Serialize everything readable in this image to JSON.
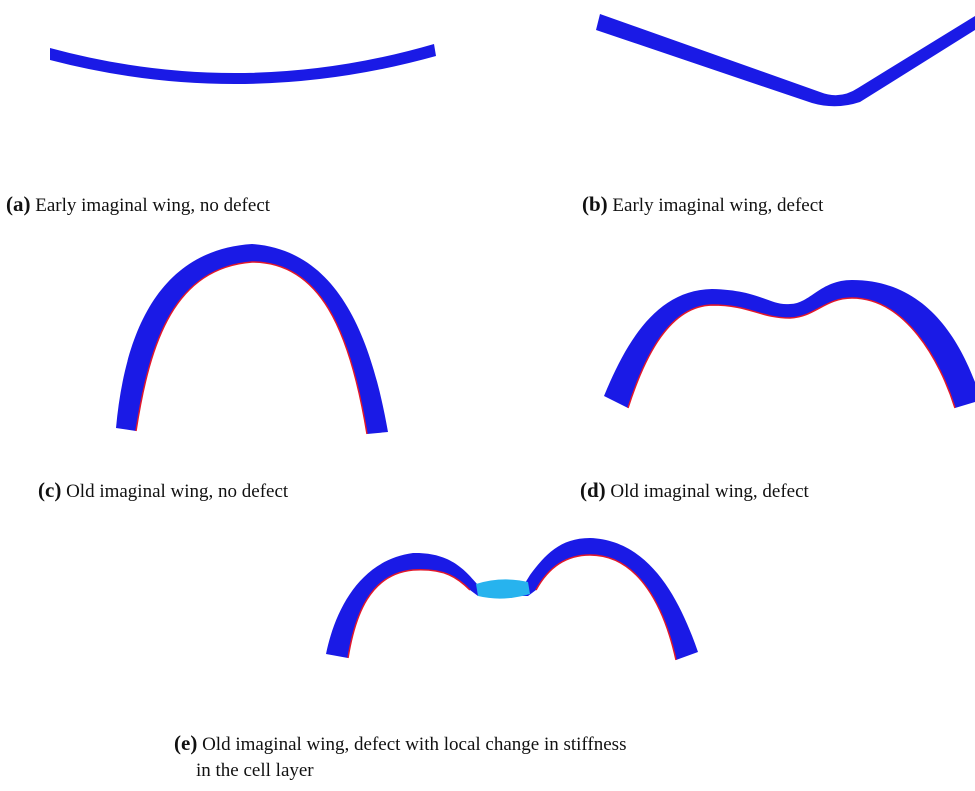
{
  "colors": {
    "shell": "#1a1ae6",
    "inner_edge": "#e2182a",
    "defect_region": "#27b3ee",
    "text": "#111111"
  },
  "panels": [
    {
      "id": "a",
      "letter": "(a)",
      "caption": "Early imaginal wing, no defect"
    },
    {
      "id": "b",
      "letter": "(b)",
      "caption": "Early imaginal wing, defect"
    },
    {
      "id": "c",
      "letter": "(c)",
      "caption": "Old imaginal wing, no defect"
    },
    {
      "id": "d",
      "letter": "(d)",
      "caption": "Old imaginal wing, defect"
    },
    {
      "id": "e",
      "letter": "(e)",
      "caption_line1": "Old imaginal wing, defect with local change in stiffness",
      "caption_line2": "in the cell layer"
    }
  ]
}
